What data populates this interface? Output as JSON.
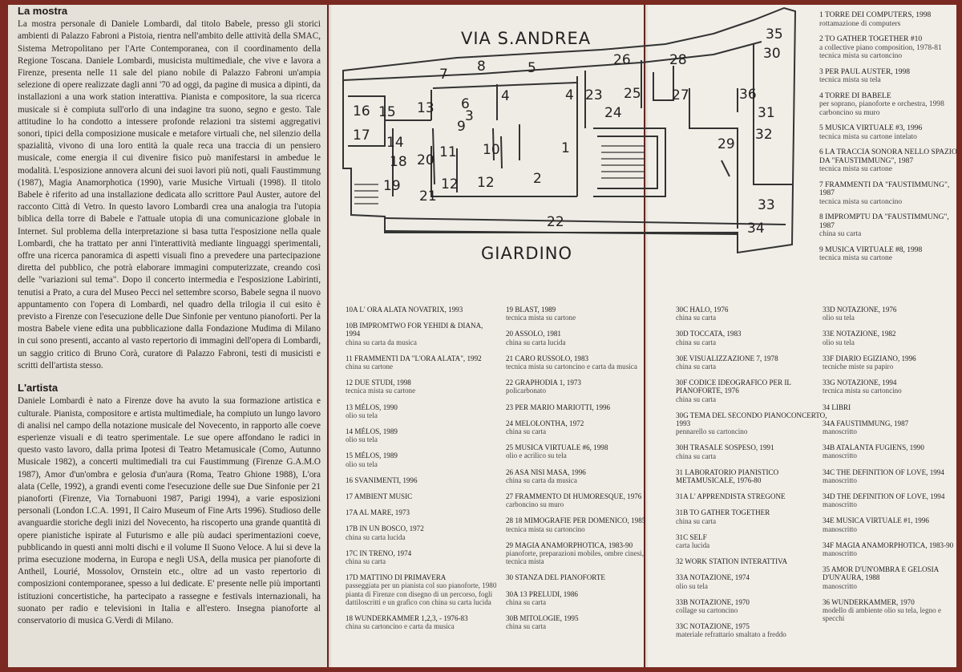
{
  "intro": {
    "mostra_title": "La mostra",
    "mostra_text": "La mostra personale di Daniele Lombardi, dal titolo Babele, presso gli storici ambienti di Palazzo Fabroni a Pistoia, rientra nell'ambito delle attività della SMAC, Sistema Metropolitano per l'Arte Contemporanea, con il coordinamento della Regione Toscana. Daniele Lombardi, musicista multimediale, che vive e lavora a Firenze, presenta nelle 11 sale del piano nobile di Palazzo Fabroni un'ampia selezione di opere realizzate dagli anni '70 ad oggi, da pagine di musica a dipinti, da installazioni a una work station interattiva. Pianista e compositore, la sua ricerca musicale si è compiuta sull'orlo di una indagine tra suono, segno e gesto. Tale attitudine lo ha condotto a intessere profonde relazioni tra sistemi aggregativi sonori, tipici della composizione musicale e metafore virtuali che, nel silenzio della spazialità, vivono di una loro entità la quale reca una traccia di un pensiero musicale, come energia il cui divenire fisico può manifestarsi in ambedue le modalità. L'esposizione annovera alcuni dei suoi lavori più noti, quali Faustimmung (1987), Magia Anamorphotica (1990), varie Musiche Virtuali (1998). Il titolo Babele è riferito ad una installazione dedicata allo scrittore Paul Auster, autore del racconto Città di Vetro. In questo lavoro Lombardi crea una analogia tra l'utopia biblica della torre di Babele e l'attuale utopia di una comunicazione globale in Internet. Sul problema della interpretazione si basa tutta l'esposizione nella quale Lombardi, che ha trattato per anni l'interattività mediante linguaggi sperimentali, offre una ricerca panoramica di aspetti visuali fino a prevedere una partecipazione diretta del pubblico, che potrà elaborare immagini computerizzate, creando così delle \"variazioni sul tema\". Dopo il concerto intermedia e l'esposizione Labirinti, tenutisi a Prato, a cura del Museo Pecci nel settembre scorso, Babele segna il nuovo appuntamento con l'opera di Lombardi, nel quadro della trilogia il cui esito è previsto a Firenze con l'esecuzione delle Due Sinfonie per ventuno pianoforti. Per la mostra Babele viene edita una pubblicazione dalla Fondazione Mudima di Milano in cui sono presenti, accanto al vasto repertorio di immagini dell'opera di Lombardi, un saggio critico di Bruno Corà, curatore di Palazzo Fabroni, testi di musicisti e scritti dell'artista stesso.",
    "artista_title": "L'artista",
    "artista_text": "Daniele Lombardi è nato a Firenze dove ha avuto la sua formazione artistica e culturale. Pianista, compositore e artista multimediale, ha compiuto un lungo lavoro di analisi nel campo della notazione musicale del Novecento, in rapporto alle coeve esperienze visuali e di teatro sperimentale. Le sue opere affondano le radici in questo vasto lavoro, dalla prima Ipotesi di Teatro Metamusicale (Como, Autunno Musicale 1982), a concerti multimediali tra cui Faustimmung (Firenze G.A.M.O 1987), Amor d'un'ombra e gelosia d'un'aura (Roma, Teatro Ghione 1988), L'ora alata (Celle, 1992), a grandi eventi come l'esecuzione delle sue Due Sinfonie per 21 pianoforti (Firenze, Via Tornabuoni 1987, Parigi 1994), a varie esposizioni personali (London I.C.A. 1991, Il Cairo Museum of Fine Arts 1996). Studioso delle avanguardie storiche degli inizi del Novecento, ha riscoperto una grande quantità di opere pianistiche ispirate al Futurismo e alle più audaci sperimentazioni coeve, pubblicando in questi anni molti dischi e il volume Il Suono Veloce. A lui si deve la prima esecuzione moderna, in Europa e negli USA, della musica per pianoforte di Antheil, Lourié, Mossolov, Ornstein etc., oltre ad un vasto repertorio di composizioni contemporanee, spesso a lui dedicate. E' presente nelle più importanti istituzioni concertistiche, ha partecipato a rassegne e festivals internazionali, ha suonato per radio e televisioni in Italia e all'estero. Insegna pianoforte al conservatorio di musica G.Verdi di Milano."
  },
  "map": {
    "street_top": "VIA S.ANDREA",
    "street_bottom": "GIARDINO",
    "room_labels": [
      "1",
      "2",
      "3",
      "4",
      "4",
      "5",
      "6",
      "7",
      "8",
      "9",
      "10",
      "11",
      "12",
      "12",
      "13",
      "14",
      "15",
      "16",
      "17",
      "18",
      "19",
      "20",
      "21",
      "22",
      "23",
      "24",
      "25",
      "26",
      "27",
      "28",
      "29",
      "30",
      "31",
      "32",
      "33",
      "34",
      "35",
      "36"
    ]
  },
  "top_list": [
    {
      "t": "1 TORRE DEI COMPUTERS, 1998",
      "s": "rottamazione di computers"
    },
    {
      "t": "2 TO GATHER TOGETHER #10",
      "s": "a collective piano composition, 1978-81 tecnica mista su cartoncino"
    },
    {
      "t": "3 PER PAUL AUSTER, 1998",
      "s": "tecnica mista su tela"
    },
    {
      "t": "4 TORRE DI BABELE",
      "s": "per soprano, pianoforte e orchestra, 1998 carboncino su muro"
    },
    {
      "t": "5 MUSICA VIRTUALE #3, 1996",
      "s": "tecnica mista su cartone intelato"
    },
    {
      "t": "6 LA TRACCIA SONORA NELLO SPAZIO DA \"FAUSTIMMUNG\", 1987",
      "s": "tecnica mista su cartone"
    },
    {
      "t": "7 FRAMMENTI DA \"FAUSTIMMUNG\", 1987",
      "s": "tecnica mista su cartoncino"
    },
    {
      "t": "8 IMPROMPTU DA \"FAUSTIMMUNG\", 1987",
      "s": "china su carta"
    },
    {
      "t": "9 MUSICA VIRTUALE #8, 1998",
      "s": "tecnica mista su cartone"
    }
  ],
  "columns": [
    [
      {
        "t": "10a L' ORA ALATA NOVATRIX, 1993",
        "s": ""
      },
      {
        "t": "10b IMPROMTWO FOR YEHIDI & DIANA, 1994",
        "s": "china su carta da musica"
      },
      {
        "t": "11 FRAMMENTI DA \"L'ORA ALATA\", 1992",
        "s": "china su cartone"
      },
      {
        "t": "12 DUE STUDI, 1998",
        "s": "tecnica mista su cartone"
      },
      {
        "t": "13 MÉLOS, 1990",
        "s": "olio su tela"
      },
      {
        "t": "14 MÉLOS, 1989",
        "s": "olio su tela"
      },
      {
        "t": "15 MÉLOS, 1989",
        "s": "olio su tela"
      },
      {
        "t": "16 SVANIMENTI, 1996",
        "s": ""
      },
      {
        "t": "17 AMBIENT MUSIC",
        "s": ""
      },
      {
        "t": "17a AL MARE, 1973",
        "s": ""
      },
      {
        "t": "17b IN UN BOSCO, 1972",
        "s": "china su carta lucida"
      },
      {
        "t": "17c IN TRENO, 1974",
        "s": "china su carta"
      },
      {
        "t": "17d MATTINO DI PRIMAVERA",
        "s": "passeggiata per un pianista col suo pianoforte, 1980 pianta di Firenze con disegno di un percorso, fogli dattiloscritti e un grafico con china su carta lucida"
      },
      {
        "t": "18 WUNDERKAMMER 1,2,3, - 1976-83",
        "s": "china su cartoncino e carta da musica"
      }
    ],
    [
      {
        "t": "19 BLAST, 1989",
        "s": "tecnica mista su cartone"
      },
      {
        "t": "20 ASSOLO, 1981",
        "s": "china su carta lucida"
      },
      {
        "t": "21 CARO RUSSOLO, 1983",
        "s": "tecnica mista su cartoncino e carta da musica"
      },
      {
        "t": "22 GRAPHODIA 1, 1973",
        "s": "policarbonato"
      },
      {
        "t": "23 PER MARIO MARIOTTI, 1996",
        "s": ""
      },
      {
        "t": "24 MELOLONTHA, 1972",
        "s": "china su carta"
      },
      {
        "t": "25 MUSICA VIRTUALE #6, 1998",
        "s": "olio e acrilico su tela"
      },
      {
        "t": "26 ASA NISI MASA, 1996",
        "s": "china su carta da musica"
      },
      {
        "t": "27 FRAMMENTO DI HUMORESQUE, 1976",
        "s": "carboncino su muro"
      },
      {
        "t": "28 18 MIMOGRAFIE PER DOMENICO, 1985",
        "s": "tecnica mista su cartoncino"
      },
      {
        "t": "29 MAGIA ANAMORPHOTICA, 1983-90",
        "s": "pianoforte, preparazioni mobiles, ombre cinesi, tecnica mista"
      },
      {
        "t": "30 STANZA DEL PIANOFORTE",
        "s": ""
      },
      {
        "t": "30a 13 PRELUDI, 1986",
        "s": "china su carta"
      },
      {
        "t": "30b MITOLOGIE, 1995",
        "s": "china su carta"
      }
    ],
    [
      {
        "t": "30c HALO, 1976",
        "s": "china su carta"
      },
      {
        "t": "30d TOCCATA, 1983",
        "s": "china su carta"
      },
      {
        "t": "30e VISUALIZZAZIONE 7, 1978",
        "s": "china su carta"
      },
      {
        "t": "30f CODICE IDEOGRAFICO PER IL PIANOFORTE, 1976",
        "s": "china su carta"
      },
      {
        "t": "30g TEMA DEL SECONDO PIANOCONCERTO, 1993",
        "s": "pennarello su cartoncino"
      },
      {
        "t": "30h TRASALE SOSPESO, 1991",
        "s": "china su carta"
      },
      {
        "t": "31 LABORATORIO PIANISTICO METAMUSICALE, 1976-80",
        "s": ""
      },
      {
        "t": "31a L' APPRENDISTA STREGONE",
        "s": ""
      },
      {
        "t": "31b TO GATHER TOGETHER",
        "s": "china su carta"
      },
      {
        "t": "31c SELF",
        "s": "carta lucida"
      },
      {
        "t": "32 WORK STATION INTERATTIVA",
        "s": ""
      },
      {
        "t": "33a NOTAZIONE, 1974",
        "s": "olio su tela"
      },
      {
        "t": "33b NOTAZIONE, 1970",
        "s": "collage su cartoncino"
      },
      {
        "t": "33c NOTAZIONE, 1975",
        "s": "materiale refrattario smaltato a freddo"
      }
    ],
    [
      {
        "t": "33d NOTAZIONE, 1976",
        "s": "olio su tela"
      },
      {
        "t": "33e NOTAZIONE, 1982",
        "s": "olio su tela"
      },
      {
        "t": "33f DIARIO EGIZIANO, 1996",
        "s": "tecniche miste su papiro"
      },
      {
        "t": "33g NOTAZIONE, 1994",
        "s": "tecnica mista su cartoncino"
      },
      {
        "t": "34 LIBRI",
        "s": ""
      },
      {
        "t": "34a FAUSTIMMUNG, 1987",
        "s": "manoscritto"
      },
      {
        "t": "34b ATALANTA FUGIENS, 1990",
        "s": "manoscritto"
      },
      {
        "t": "34c THE DEFINITION OF LOVE, 1994",
        "s": "manoscritto"
      },
      {
        "t": "34d THE DEFINITION OF LOVE, 1994",
        "s": "manoscritto"
      },
      {
        "t": "34e MUSICA VIRTUALE #1, 1996",
        "s": "manoscritto"
      },
      {
        "t": "34f MAGIA ANAMORPHOTICA, 1983-90",
        "s": "manoscritto"
      },
      {
        "t": "35 AMOR D'UN'OMBRA E GELOSIA D'UN'AURA, 1988",
        "s": "manoscritto"
      },
      {
        "t": "36 WUNDERKAMMER, 1970",
        "s": "modello di ambiente olio su tela, legno e specchi"
      }
    ]
  ]
}
